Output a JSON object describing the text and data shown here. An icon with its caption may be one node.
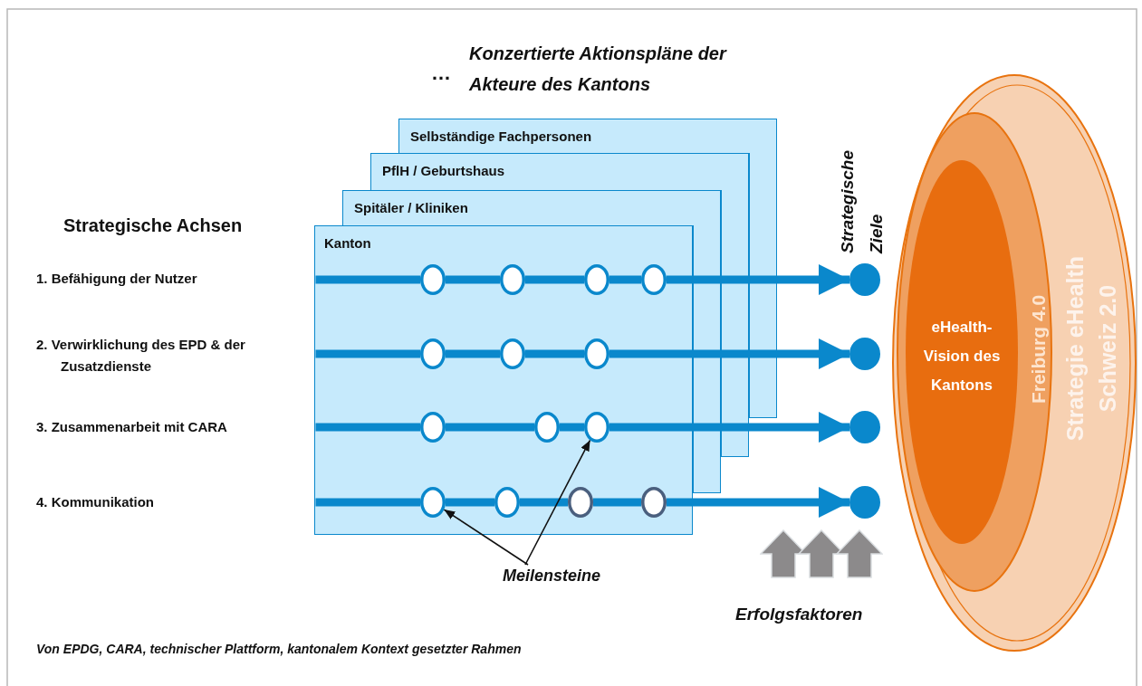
{
  "diagram": {
    "caption": "Von EPDG, CARA, technischer Plattform, kantonalem Kontext gesetzter Rahmen",
    "nodes": [
      {
        "text": [
          "Selbständige Fachpersonen"
        ]
      },
      {
        "text": [
          "PflH / Geburtshaus"
        ]
      },
      {
        "text": [
          "Spitäler / Kliniken"
        ]
      },
      {
        "text": [
          "Kanton"
        ]
      },
      {
        "text": [],
        "shape": "circle",
        "in": 3
      },
      {
        "text": [],
        "shape": "circle",
        "in": 3
      },
      {
        "text": [],
        "shape": "circle",
        "in": 3
      },
      {
        "text": [],
        "shape": "circle",
        "in": 3
      },
      {
        "text": [],
        "shape": "circle",
        "in": 3
      },
      {
        "text": [],
        "shape": "circle",
        "in": 3
      },
      {
        "text": [],
        "shape": "circle",
        "in": 3
      },
      {
        "text": [],
        "shape": "circle",
        "in": 3
      },
      {
        "text": [],
        "shape": "circle",
        "in": 3
      },
      {
        "text": [],
        "shape": "circle",
        "in": 3
      },
      {
        "text": [],
        "shape": "circle",
        "in": 3
      },
      {
        "text": [],
        "shape": "circle",
        "in": 3
      },
      {
        "text": [],
        "shape": "circle",
        "in": 3
      },
      {
        "text": [],
        "shape": "circle",
        "in": 3
      },
      {
        "text": [],
        "shape": "circle"
      },
      {
        "text": [],
        "shape": "circle"
      },
      {
        "text": [],
        "shape": "circle"
      },
      {
        "text": [],
        "shape": "circle"
      },
      {
        "text": [
          "Meilensteine"
        ]
      },
      {
        "text": [
          "Strategie eHealth Schweiz 2.0"
        ]
      },
      {
        "text": [
          "Freiburg 4.0"
        ],
        "in": 23
      },
      {
        "text": [
          "eHealth-Vision des Kantons"
        ],
        "in": 24
      }
    ],
    "edges": [
      {
        "from": 3,
        "to": 4,
        "arrow": "none"
      },
      {
        "from": 4,
        "to": 5,
        "arrow": "none"
      },
      {
        "from": 5,
        "to": 6,
        "arrow": "none"
      },
      {
        "from": 6,
        "to": 7,
        "arrow": "none"
      },
      {
        "from": 7,
        "to": 18,
        "arrow": "to"
      },
      {
        "from": 3,
        "to": 8,
        "arrow": "none"
      },
      {
        "from": 8,
        "to": 9,
        "arrow": "none"
      },
      {
        "from": 9,
        "to": 10,
        "arrow": "none"
      },
      {
        "from": 10,
        "to": 19,
        "arrow": "to"
      },
      {
        "from": 3,
        "to": 11,
        "arrow": "none"
      },
      {
        "from": 11,
        "to": 12,
        "arrow": "none"
      },
      {
        "from": 12,
        "to": 13,
        "arrow": "none"
      },
      {
        "from": 13,
        "to": 20,
        "arrow": "to"
      },
      {
        "from": 3,
        "to": 14,
        "arrow": "none"
      },
      {
        "from": 14,
        "to": 15,
        "arrow": "none"
      },
      {
        "from": 15,
        "to": 16,
        "arrow": "none"
      },
      {
        "from": 16,
        "to": 17,
        "arrow": "none"
      },
      {
        "from": 17,
        "to": 21,
        "arrow": "to"
      },
      {
        "from": 22,
        "to": 14,
        "arrow": "to",
        "color": "#111111"
      },
      {
        "from": 22,
        "to": 13,
        "arrow": "to",
        "color": "#111111"
      }
    ],
    "labels": [
      "…",
      "Konzertierte Aktionspläne der Akteure des Kantons",
      "Strategische Achsen",
      "1. Befähigung der Nutzer",
      "2. Verwirklichung des EPD & der Zusatzdienste",
      "3. Zusammenarbeit mit CARA",
      "4. Kommunikation",
      "Strategische Ziele",
      "Erfolgsfaktoren"
    ]
  }
}
